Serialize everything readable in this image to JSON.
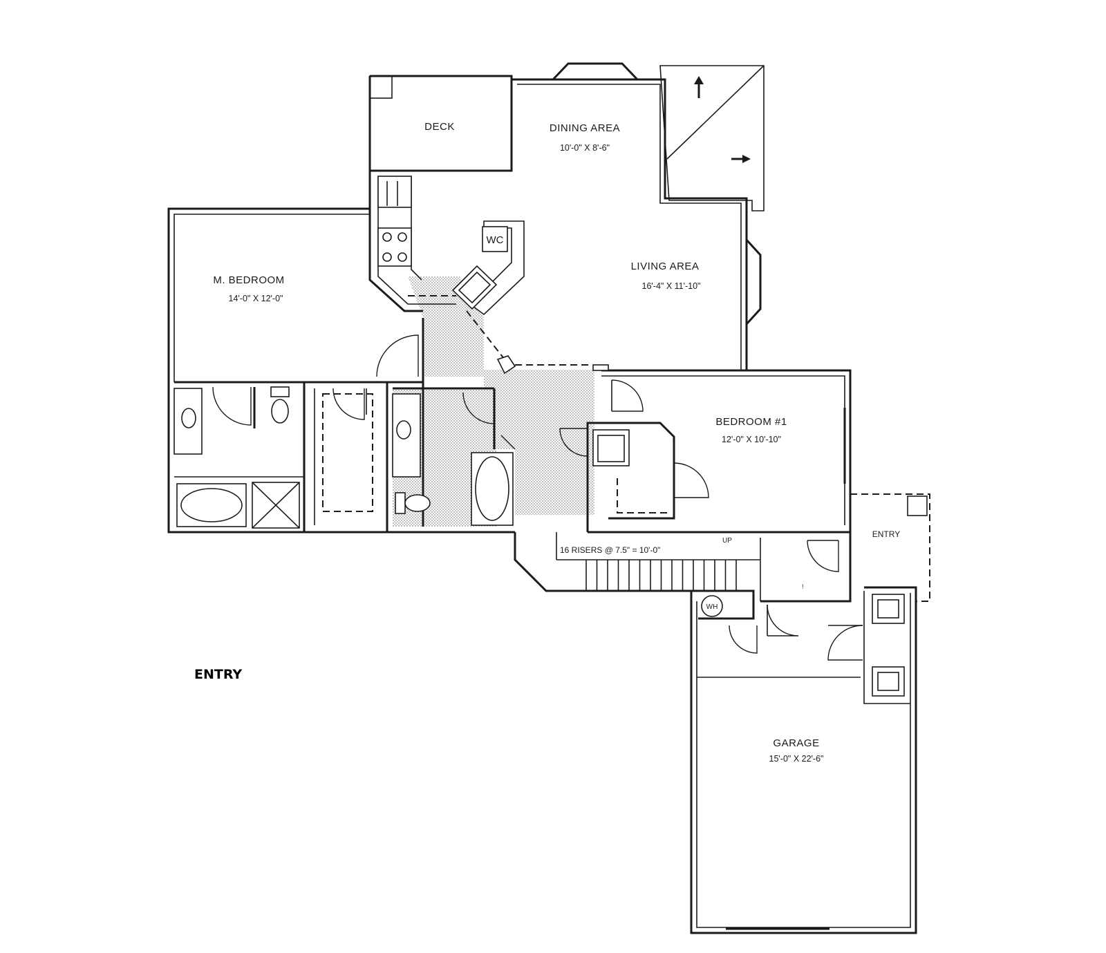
{
  "rooms": {
    "deck": {
      "label": "DECK"
    },
    "dining": {
      "label": "DINING AREA",
      "dims": "10'-0\" X 8'-6\""
    },
    "living": {
      "label": "LIVING AREA",
      "dims": "16'-4\" X 11'-10\""
    },
    "master_bedroom": {
      "label": "M. BEDROOM",
      "dims": "14'-0\" X 12'-0\""
    },
    "bedroom1": {
      "label": "BEDROOM #1",
      "dims": "12'-0\" X 10'-10\""
    },
    "garage": {
      "label": "GARAGE",
      "dims": "15'-0\" X 22'-6\""
    },
    "entry_porch": {
      "label": "ENTRY"
    }
  },
  "fixtures": {
    "wc_label": "WC",
    "water_heater_label": "WH"
  },
  "stairs": {
    "note": "16 RISERS @ 7.5\" = 10'-0\"",
    "direction": "UP"
  },
  "entry_caption": "ENTRY"
}
